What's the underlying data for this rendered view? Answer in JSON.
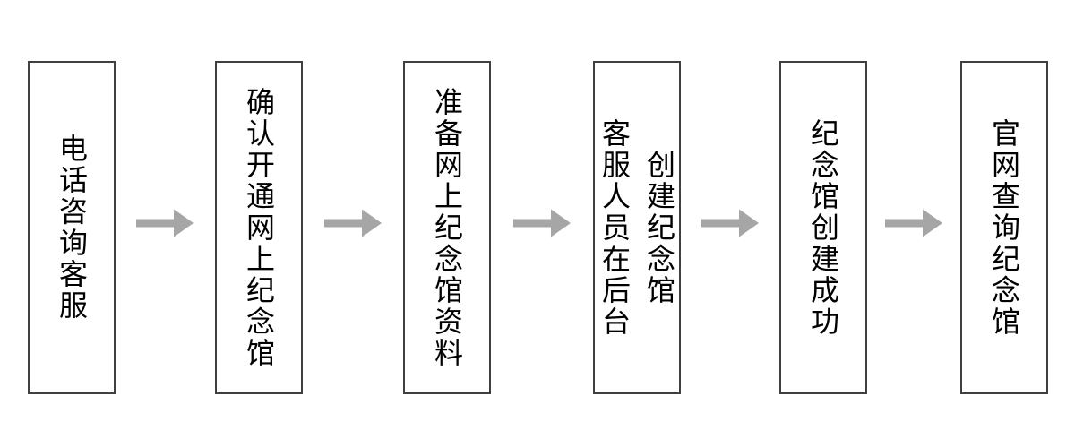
{
  "diagram": {
    "type": "horizontal-flowchart",
    "connector": "right-arrow",
    "steps": [
      {
        "id": 1,
        "lines": [
          "电话咨询客服"
        ]
      },
      {
        "id": 2,
        "lines": [
          "确认开通网上纪念馆"
        ]
      },
      {
        "id": 3,
        "lines": [
          "准备网上纪念馆资料"
        ]
      },
      {
        "id": 4,
        "lines": [
          "客服人员在后台",
          "创建纪念馆"
        ]
      },
      {
        "id": 5,
        "lines": [
          "纪念馆创建成功"
        ]
      },
      {
        "id": 6,
        "lines": [
          "官网查询纪念馆"
        ]
      }
    ],
    "colors": {
      "background": "#ffffff",
      "box_fill": "#ffffff",
      "box_border": "#404040",
      "text": "#000000",
      "arrow": "#a6a6a6"
    }
  }
}
